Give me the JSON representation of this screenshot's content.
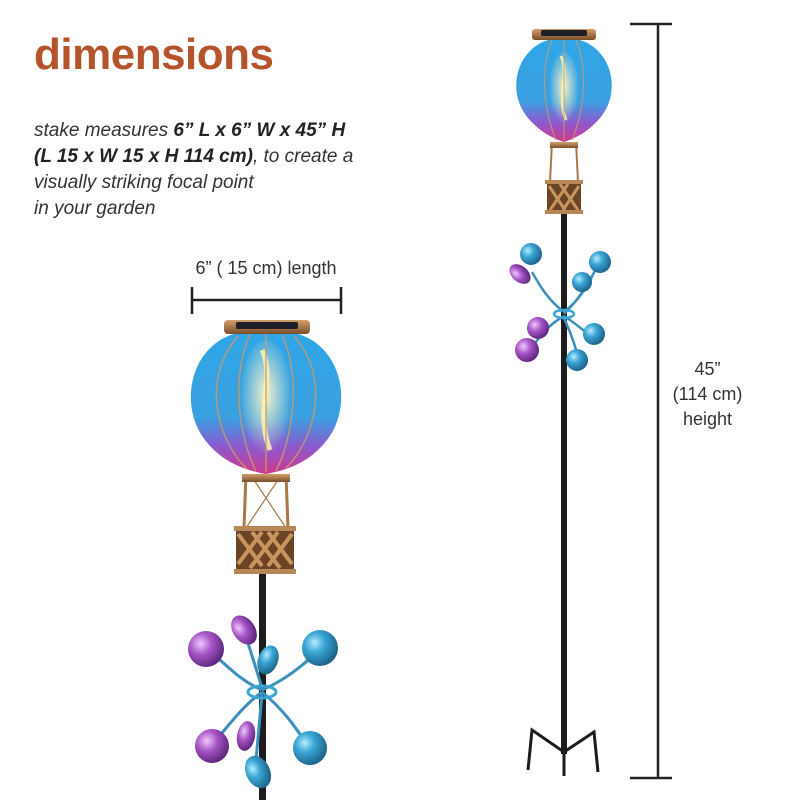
{
  "heading": "dimensions",
  "description": {
    "lead": "stake measures ",
    "size_in": "6” L x 6” W x 45” H",
    "size_cm": "(L 15 x W 15 x H 114 cm)",
    "tail_1": ", to create a",
    "line_3": "visually striking focal point",
    "line_4": "in your garden"
  },
  "length_label": "6” ( 15 cm) length",
  "height_label": {
    "line_1": "45”",
    "line_2": "(114 cm)",
    "line_3": "height"
  },
  "colors": {
    "heading": "#b5532b",
    "globe_blue": "#3aa8e0",
    "globe_pink": "#d0388f",
    "copper": "#a8784a",
    "orb_blue": "#2f8fb8",
    "orb_purple": "#9a4bb8",
    "stake": "#1c1c1c"
  }
}
